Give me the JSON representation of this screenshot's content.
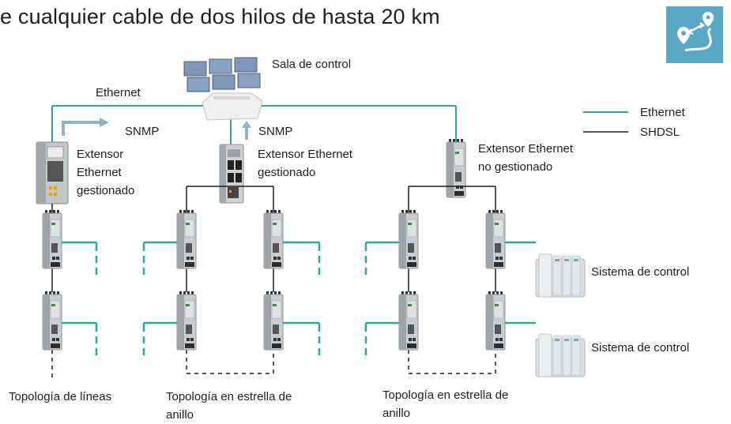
{
  "header": {
    "title": "e cualquier cable de dos hilos de hasta 20 km"
  },
  "icons": {
    "badge": "map-route-icon",
    "device": "din-rail-extender-icon",
    "controller": "control-system-icon",
    "monitors": "control-room-monitors-icon"
  },
  "colors": {
    "ethernet": "#2aa89a",
    "shdsl": "#1f1f1f",
    "badge": "#5aa8c3",
    "snmp_arrow": "#8fb5c8"
  },
  "legend": {
    "ethernet": "Ethernet",
    "shdsl": "SHDSL"
  },
  "labels": {
    "control_room": "Sala de control",
    "ethernet_top": "Ethernet",
    "snmp_left": "SNMP",
    "snmp_center": "SNMP",
    "ext_left": [
      "Extensor",
      "Ethernet",
      "gestionado"
    ],
    "ext_center": [
      "Extensor Ethernet",
      "gestionado"
    ],
    "ext_right": [
      "Extensor Ethernet",
      "no gestionado"
    ],
    "control_system_1": "Sistema de control",
    "control_system_2": "Sistema de control",
    "topo_line": "Topología de líneas",
    "topo_star_ring_1": [
      "Topología en estrella de",
      "anillo"
    ],
    "topo_star_ring_2": [
      "Topología en estrella de",
      "anillo"
    ]
  }
}
